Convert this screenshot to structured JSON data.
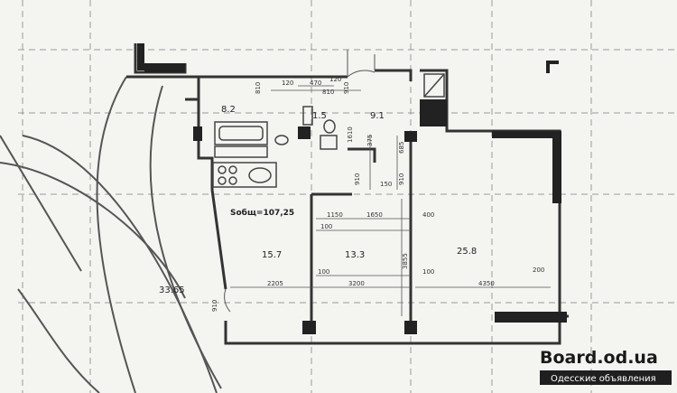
{
  "plan": {
    "total_area": "Sобщ=107,25",
    "rooms": [
      {
        "id": "room-8-2",
        "area": "8.2"
      },
      {
        "id": "room-1-5",
        "area": "1.5"
      },
      {
        "id": "room-9-1",
        "area": "9.1"
      },
      {
        "id": "room-15-7",
        "area": "15.7"
      },
      {
        "id": "room-13-3",
        "area": "13.3"
      },
      {
        "id": "room-25-8",
        "area": "25.8"
      },
      {
        "id": "room-33-65",
        "area": "33.65"
      }
    ],
    "dimensions": {
      "d810a": "810",
      "d120a": "120",
      "d470": "470",
      "d120b": "120",
      "d810b": "810",
      "d910a": "910",
      "d1610": "1610",
      "d375": "375",
      "d910b": "910",
      "d150a": "150",
      "d910c": "910",
      "d685": "685",
      "d1150": "1150",
      "d1650": "1650",
      "d400": "400",
      "d100a": "100",
      "d3855": "3855",
      "d100b": "100",
      "d100c": "100",
      "d2205": "2205",
      "d3200": "3200",
      "d4350": "4350",
      "d200": "200",
      "d910d": "910"
    }
  },
  "watermark": {
    "site": "Board.od.ua",
    "tagline": "Одесские объявления"
  }
}
